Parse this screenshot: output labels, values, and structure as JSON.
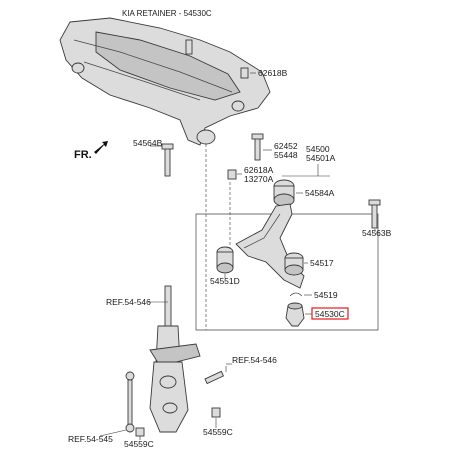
{
  "title": "KIA RETAINER - 54530C",
  "front_indicator": "FR.",
  "highlight_color": "#e8141a",
  "labels": {
    "p62618B": "62618B",
    "p54564B": "54564B",
    "p62452": "62452",
    "p55448": "55448",
    "p62618A": "62618A",
    "p13270A": "13270A",
    "p54500": "54500",
    "p54501A": "54501A",
    "p54584A": "54584A",
    "p54563B": "54563B",
    "p54517": "54517",
    "p54551D": "54551D",
    "p54519": "54519",
    "p54530C": "54530C",
    "ref546_top": "REF.54-546",
    "ref546_mid": "REF.54-546",
    "ref545": "REF.54-545",
    "p54559C_left": "54559C",
    "p54559C_right": "54559C"
  }
}
